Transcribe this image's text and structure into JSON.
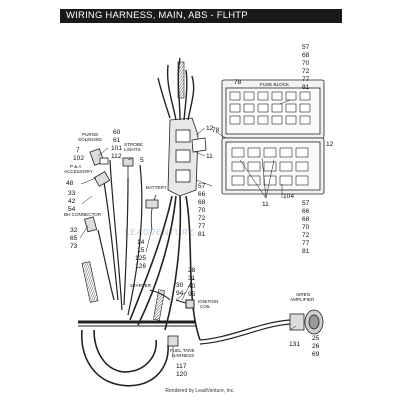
{
  "title": "WIRING HARNESS, MAIN, ABS - FLHTP",
  "footer": "Rendered by LeadVenture, Inc.",
  "watermark": "LEADVENTURE",
  "labels": {
    "purge_solenoid": [
      "PURGE",
      "SOLENOID"
    ],
    "strobe_lights": [
      "STROBE",
      "LIGHTS"
    ],
    "pa_accessory": [
      "P & A",
      "ACCESSORY"
    ],
    "bh_connector": "BH CONNECTOR",
    "battery": "BATTERY",
    "fuse_block": "FUSE BLOCK",
    "starter": "STARTER",
    "ignition_coil": [
      "IGNITION",
      "COIL"
    ],
    "siren_amplifier": [
      "SIREN",
      "AMPLIFIER"
    ],
    "fuel_tank_harness": [
      "FUEL TANK",
      "HARNESS"
    ]
  },
  "callouts": {
    "c60_112": [
      "60",
      "61",
      "101",
      "112"
    ],
    "c7_102": [
      "7",
      "102"
    ],
    "c5": "5",
    "c48": "48",
    "c33_54": [
      "33",
      "42",
      "54"
    ],
    "c32_73": [
      "32",
      "65",
      "73"
    ],
    "c14_126": [
      "14",
      "15",
      "125",
      "126"
    ],
    "c28_95": [
      "28",
      "31",
      "40",
      "95"
    ],
    "c30_94": [
      "30",
      "94"
    ],
    "c117_120": [
      "117",
      "120"
    ],
    "c12_top": "12",
    "c11_left": "11",
    "c57_81_mid": [
      "57",
      "66",
      "68",
      "70",
      "72",
      "77",
      "81"
    ],
    "c57_81_top": [
      "57",
      "68",
      "70",
      "72",
      "77",
      "81"
    ],
    "c78_top": "78",
    "c78_left": "78",
    "c12_right": "12",
    "c11_bottom": "11",
    "c104": "104",
    "c57_81_right": [
      "57",
      "66",
      "68",
      "70",
      "72",
      "77",
      "81"
    ],
    "c131": "131",
    "c25_69": [
      "25",
      "26",
      "69"
    ]
  }
}
